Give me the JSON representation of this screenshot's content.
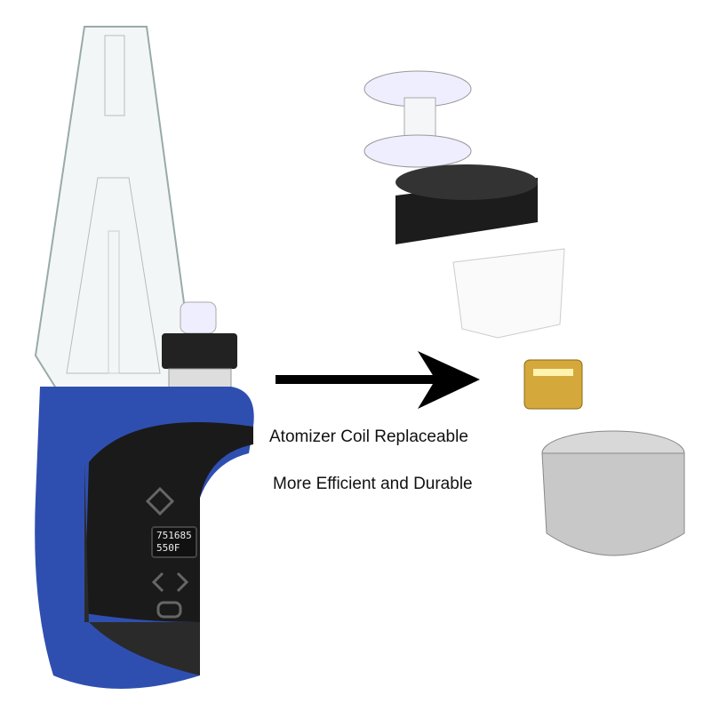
{
  "captions": {
    "line1": "Atomizer Coil Replaceable",
    "line2": "More Efficient and Durable"
  },
  "device_screen": {
    "line1": "751685",
    "line2": "550F"
  },
  "colors": {
    "body_blue": "#2f4fb0",
    "grip_black": "#1a1a1a",
    "glass": "#e8eef0",
    "gold": "#d4a83a",
    "steel": "#c8c8c8"
  }
}
